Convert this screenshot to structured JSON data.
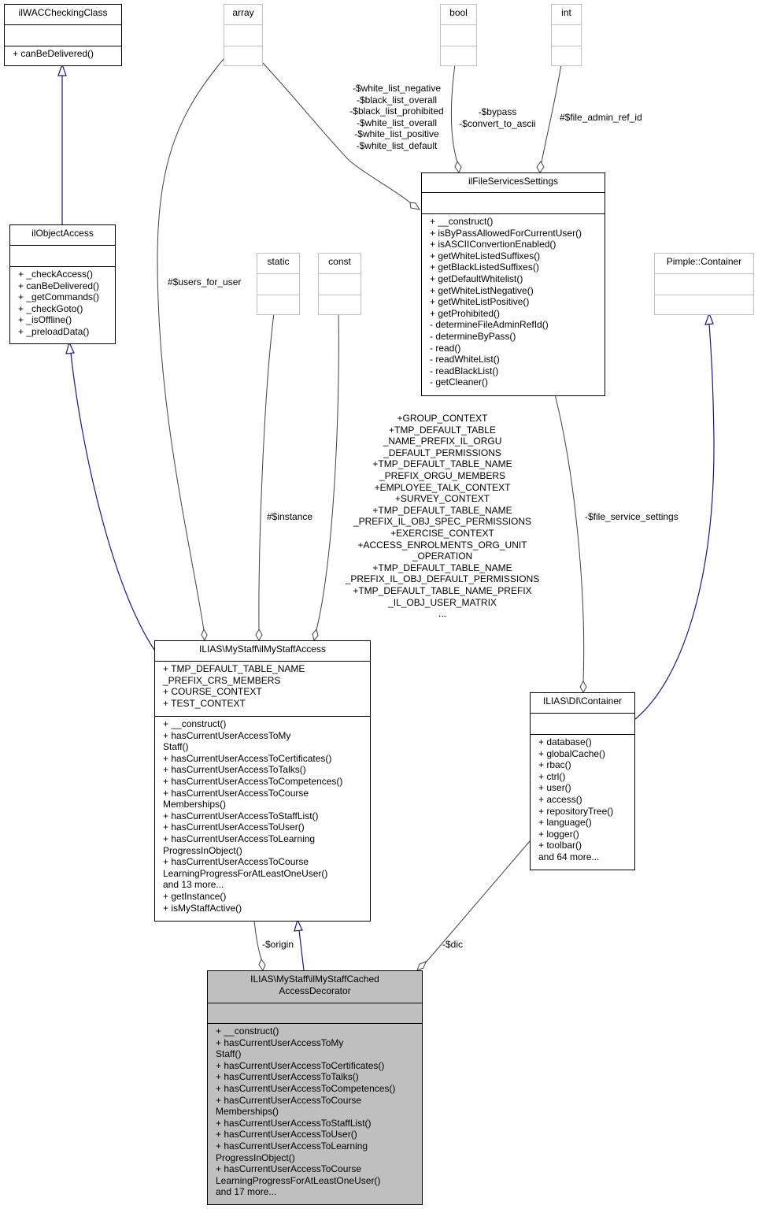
{
  "nodes": {
    "ilWACCheckingClass": {
      "title": "ilWACCheckingClass",
      "attrs": [],
      "methods": [
        "+ canBeDelivered()"
      ]
    },
    "ilObjectAccess": {
      "title": "ilObjectAccess",
      "attrs": [],
      "methods": [
        "+ _checkAccess()",
        "+ canBeDelivered()",
        "+ _getCommands()",
        "+ _checkGoto()",
        "+ _isOffline()",
        "+ _preloadData()"
      ]
    },
    "array": {
      "title": "array",
      "attrs": [],
      "methods": []
    },
    "bool": {
      "title": "bool",
      "attrs": [],
      "methods": []
    },
    "int": {
      "title": "int",
      "attrs": [],
      "methods": []
    },
    "static": {
      "title": "static",
      "attrs": [],
      "methods": []
    },
    "const": {
      "title": "const",
      "attrs": [],
      "methods": []
    },
    "pimple": {
      "title": "Pimple::Container",
      "attrs": [],
      "methods": []
    },
    "ilFileServicesSettings": {
      "title": "ilFileServicesSettings",
      "attrs": [],
      "methods": [
        "+ __construct()",
        "+ isByPassAllowedForCurrentUser()",
        "+ isASCIIConvertionEnabled()",
        "+ getWhiteListedSuffixes()",
        "+ getBlackListedSuffixes()",
        "+ getDefaultWhitelist()",
        "+ getWhiteListNegative()",
        "+ getWhiteListPositive()",
        "+ getProhibited()",
        "- determineFileAdminRefId()",
        "- determineByPass()",
        "- read()",
        "- readWhiteList()",
        "- readBlackList()",
        "- getCleaner()"
      ]
    },
    "ilMyStaffAccess": {
      "title": "ILIAS\\MyStaff\\ilMyStaffAccess",
      "attrs": [
        "+ TMP_DEFAULT_TABLE_NAME",
        "_PREFIX_CRS_MEMBERS",
        "+ COURSE_CONTEXT",
        "+ TEST_CONTEXT"
      ],
      "methods": [
        "+ __construct()",
        "+ hasCurrentUserAccessToMy",
        "Staff()",
        "+ hasCurrentUserAccessToCertificates()",
        "+ hasCurrentUserAccessToTalks()",
        "+ hasCurrentUserAccessToCompetences()",
        "+ hasCurrentUserAccessToCourse",
        "Memberships()",
        "+ hasCurrentUserAccessToStaffList()",
        "+ hasCurrentUserAccessToUser()",
        "+ hasCurrentUserAccessToLearning",
        "ProgressInObject()",
        "+ hasCurrentUserAccessToCourse",
        "LearningProgressForAtLeastOneUser()",
        "and 13 more...",
        "+ getInstance()",
        "+ isMyStaffActive()"
      ]
    },
    "diContainer": {
      "title": "ILIAS\\DI\\Container",
      "attrs": [],
      "methods": [
        "+ database()",
        "+ globalCache()",
        "+ rbac()",
        "+ ctrl()",
        "+ user()",
        "+ access()",
        "+ repositoryTree()",
        "+ language()",
        "+ logger()",
        "+ toolbar()",
        "and 64 more..."
      ]
    },
    "decorator": {
      "title": "ILIAS\\MyStaff\\ilMyStaffCached\nAccessDecorator",
      "attrs": [],
      "methods": [
        "+ __construct()",
        "+ hasCurrentUserAccessToMy",
        "Staff()",
        "+ hasCurrentUserAccessToCertificates()",
        "+ hasCurrentUserAccessToTalks()",
        "+ hasCurrentUserAccessToCompetences()",
        "+ hasCurrentUserAccessToCourse",
        "Memberships()",
        "+ hasCurrentUserAccessToStaffList()",
        "+ hasCurrentUserAccessToUser()",
        "+ hasCurrentUserAccessToLearning",
        "ProgressInObject()",
        "+ hasCurrentUserAccessToCourse",
        "LearningProgressForAtLeastOneUser()",
        "and 17 more..."
      ]
    }
  },
  "edge_labels": {
    "users_for_user": "#$users_for_user",
    "instance": "#$instance",
    "const_members": "+GROUP_CONTEXT\n+TMP_DEFAULT_TABLE\n_NAME_PREFIX_IL_ORGU\n_DEFAULT_PERMISSIONS\n+TMP_DEFAULT_TABLE_NAME\n_PREFIX_ORGU_MEMBERS\n+EMPLOYEE_TALK_CONTEXT\n+SURVEY_CONTEXT\n+TMP_DEFAULT_TABLE_NAME\n_PREFIX_IL_OBJ_SPEC_PERMISSIONS\n+EXERCISE_CONTEXT\n+ACCESS_ENROLMENTS_ORG_UNIT\n_OPERATION\n+TMP_DEFAULT_TABLE_NAME\n_PREFIX_IL_OBJ_DEFAULT_PERMISSIONS\n+TMP_DEFAULT_TABLE_NAME_PREFIX\n_IL_OBJ_USER_MATRIX\n...",
    "lists": "-$white_list_negative\n-$black_list_overall\n-$black_list_prohibited\n-$white_list_overall\n-$white_list_positive\n-$white_list_default",
    "bool_members": "-$bypass\n-$convert_to_ascii",
    "file_admin_ref_id": "#$file_admin_ref_id",
    "file_service_settings": "-$file_service_settings",
    "origin": "-$origin",
    "dic": "-$dic"
  },
  "colors": {
    "inheritance": "#191970",
    "usage": "#404040",
    "focus_fill": "#bfbfbf",
    "external_border": "#bfbfbf"
  }
}
